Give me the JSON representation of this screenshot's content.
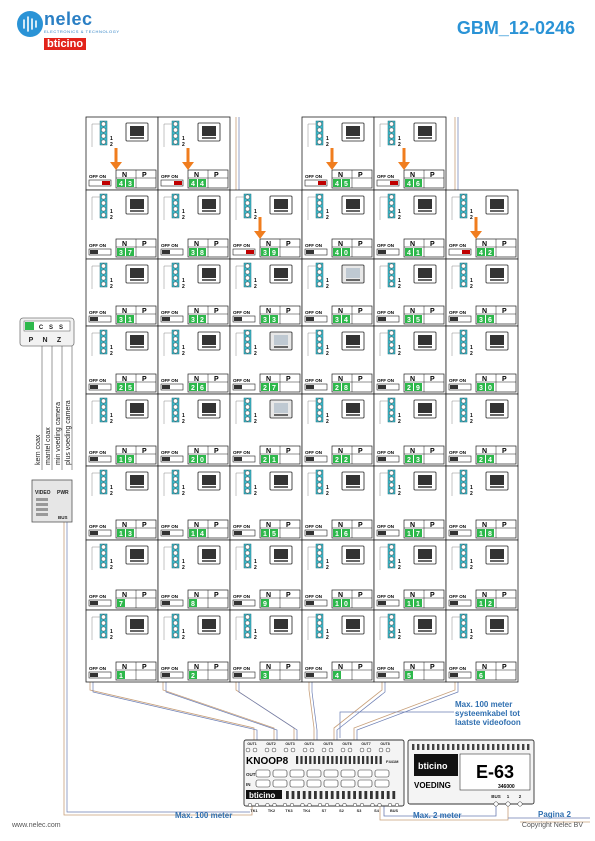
{
  "brand": {
    "name": "nelec",
    "tagline": "ELECTRONICS & TECHNOLOGY",
    "partner": "bticino",
    "website": "www.nelec.com",
    "copyright": "Copyright Nelec BV"
  },
  "document_id": "GBM_12-0246",
  "page_label": "Pagina 2",
  "colors": {
    "accent": "#2a93d6",
    "orange": "#f07d1e",
    "green": "#2db84b",
    "red": "#c00000",
    "cyan": "#3fb8c9",
    "wire": "#c8a07a"
  },
  "units": {
    "switch_label": "OFF ON",
    "n_label": "N",
    "p_label": "P",
    "terminal_labels": [
      "1",
      "2"
    ],
    "numbers": [
      [
        "43",
        "44",
        "",
        "45",
        "46",
        ""
      ],
      [
        "37",
        "38",
        "39",
        "40",
        "41",
        "42"
      ],
      [
        "31",
        "32",
        "33",
        "34",
        "35",
        "36"
      ],
      [
        "25",
        "26",
        "27",
        "28",
        "29",
        "30"
      ],
      [
        "19",
        "20",
        "21",
        "22",
        "23",
        "24"
      ],
      [
        "13",
        "14",
        "15",
        "16",
        "17",
        "18"
      ],
      [
        "7",
        "8",
        "9",
        "10",
        "11",
        "12"
      ],
      [
        "1",
        "2",
        "3",
        "4",
        "5",
        "6"
      ]
    ]
  },
  "legend_labels": [
    "kern coax",
    "mantel coax",
    "min voeding camera",
    "plus voeding camera"
  ],
  "camera_module": {
    "terminals_top": [
      "C",
      "S",
      "S"
    ],
    "terminals_bottom": [
      "P",
      "N",
      "Z"
    ],
    "video_label": "VIDEO",
    "pwr_label": "PWR",
    "bus_label": "BUS"
  },
  "knoop8": {
    "label": "KNOOP8",
    "model": "F441M",
    "brand": "bticino",
    "in_label": "IN",
    "out_label": "OUT",
    "ports_top": [
      "OUT1",
      "OUT2",
      "OUT3",
      "OUT4",
      "OUT5",
      "OUT6",
      "OUT7",
      "OUT8"
    ],
    "ports_bottom": [
      "TK1",
      "TK2",
      "TK3",
      "TK4",
      "S7",
      "S2",
      "S3",
      "S4",
      "BUS"
    ]
  },
  "voeding": {
    "code": "E-63",
    "label": "VOEDING",
    "model": "346000",
    "brand": "bticino",
    "ports": [
      "BUS",
      "1",
      "2"
    ]
  },
  "notes": {
    "max_100_top": [
      "Max. 100 meter",
      "systeemkabel tot",
      "laatste videofoon"
    ],
    "max_100_bottom": "Max. 100 meter",
    "max_2": "Max. 2 meter"
  }
}
